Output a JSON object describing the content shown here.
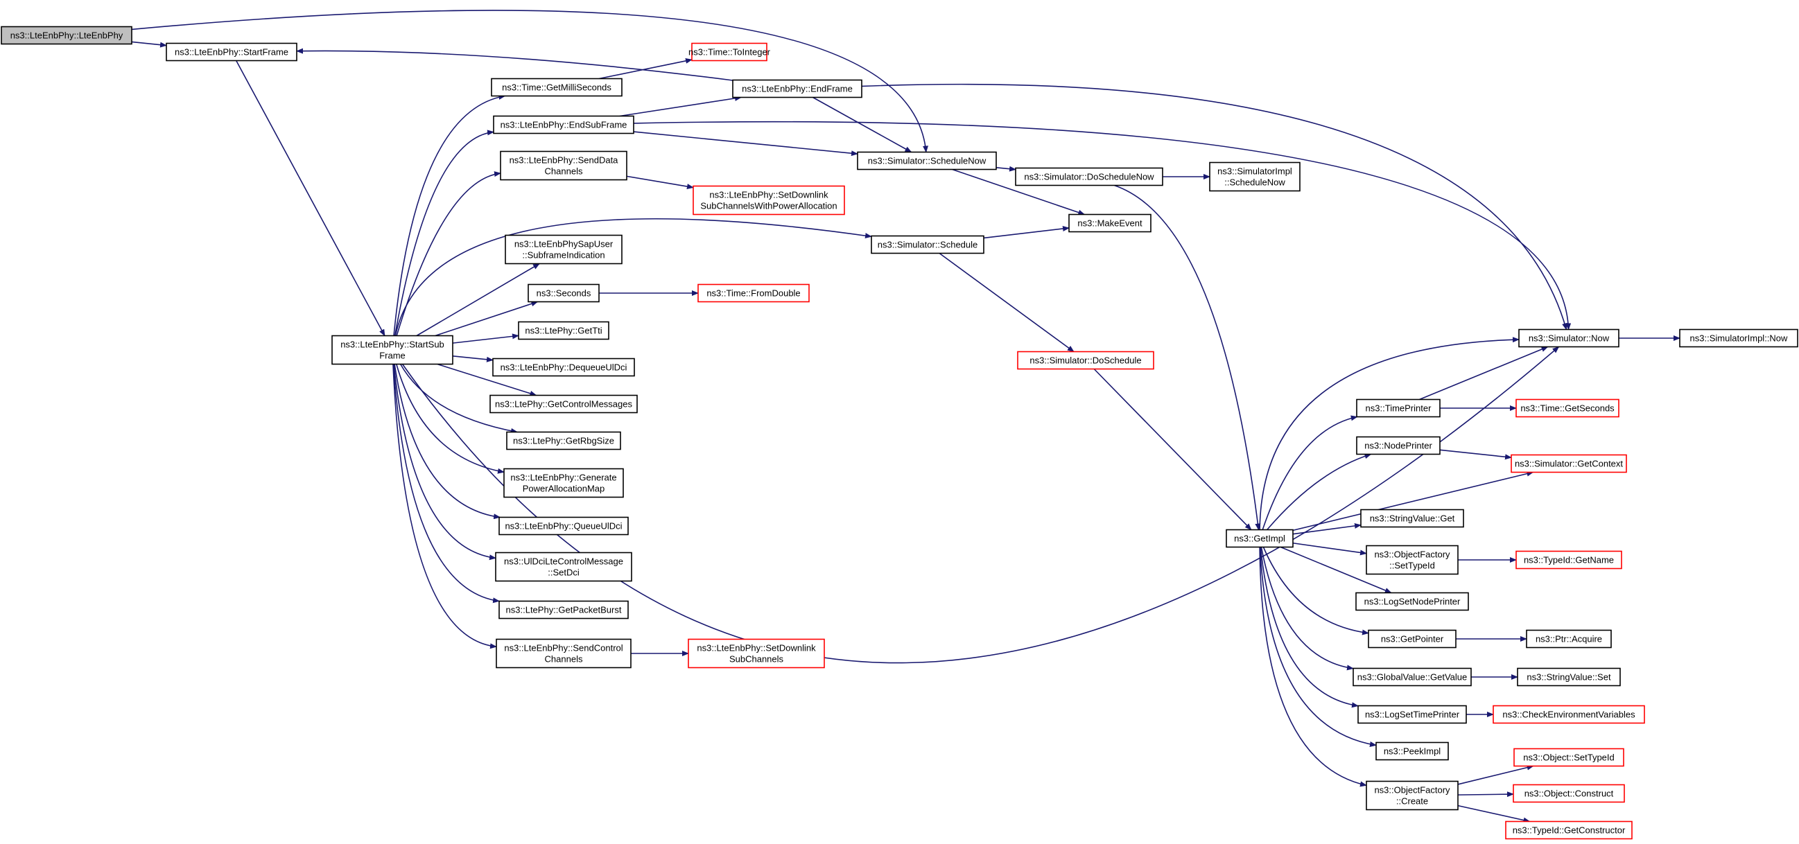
{
  "diagram": {
    "title": "",
    "colors": {
      "edge": "#191970",
      "node_border": "#000000",
      "truncated_border": "#ff0000",
      "root_fill": "#bfbfbf",
      "node_fill": "#ffffff"
    },
    "nodes": [
      {
        "id": "lteenbphy_ctor",
        "lines": [
          "ns3::LteEnbPhy::LteEnbPhy"
        ],
        "style": "root"
      },
      {
        "id": "startframe",
        "lines": [
          "ns3::LteEnbPhy::StartFrame"
        ],
        "style": "normal"
      },
      {
        "id": "time_tointeger",
        "lines": [
          "ns3::Time::ToInteger"
        ],
        "style": "truncated"
      },
      {
        "id": "time_getmilliseconds",
        "lines": [
          "ns3::Time::GetMilliSeconds"
        ],
        "style": "normal"
      },
      {
        "id": "endframe",
        "lines": [
          "ns3::LteEnbPhy::EndFrame"
        ],
        "style": "normal"
      },
      {
        "id": "endsubframe",
        "lines": [
          "ns3::LteEnbPhy::EndSubFrame"
        ],
        "style": "normal"
      },
      {
        "id": "senddatachannels",
        "lines": [
          "ns3::LteEnbPhy::SendData",
          "Channels"
        ],
        "style": "normal"
      },
      {
        "id": "setdownlink_power",
        "lines": [
          "ns3::LteEnbPhy::SetDownlink",
          "SubChannelsWithPowerAllocation"
        ],
        "style": "truncated"
      },
      {
        "id": "sim_schedulenow",
        "lines": [
          "ns3::Simulator::ScheduleNow"
        ],
        "style": "normal"
      },
      {
        "id": "sim_doschedulenow",
        "lines": [
          "ns3::Simulator::DoScheduleNow"
        ],
        "style": "normal"
      },
      {
        "id": "simimpl_schedulenow",
        "lines": [
          "ns3::SimulatorImpl",
          "::ScheduleNow"
        ],
        "style": "normal"
      },
      {
        "id": "makeevent",
        "lines": [
          "ns3::MakeEvent"
        ],
        "style": "normal"
      },
      {
        "id": "sim_schedule",
        "lines": [
          "ns3::Simulator::Schedule"
        ],
        "style": "normal"
      },
      {
        "id": "sapuser_subframe",
        "lines": [
          "ns3::LteEnbPhySapUser",
          "::SubframeIndication"
        ],
        "style": "normal"
      },
      {
        "id": "seconds",
        "lines": [
          "ns3::Seconds"
        ],
        "style": "normal"
      },
      {
        "id": "time_fromdouble",
        "lines": [
          "ns3::Time::FromDouble"
        ],
        "style": "truncated"
      },
      {
        "id": "startsubframe",
        "lines": [
          "ns3::LteEnbPhy::StartSub",
          "Frame"
        ],
        "style": "normal"
      },
      {
        "id": "ltephy_gettti",
        "lines": [
          "ns3::LtePhy::GetTti"
        ],
        "style": "normal"
      },
      {
        "id": "dequeueuldci",
        "lines": [
          "ns3::LteEnbPhy::DequeueUlDci"
        ],
        "style": "normal"
      },
      {
        "id": "getcontrolmessages",
        "lines": [
          "ns3::LtePhy::GetControlMessages"
        ],
        "style": "normal"
      },
      {
        "id": "getrbgsize",
        "lines": [
          "ns3::LtePhy::GetRbgSize"
        ],
        "style": "normal"
      },
      {
        "id": "generatepowermap",
        "lines": [
          "ns3::LteEnbPhy::Generate",
          "PowerAllocationMap"
        ],
        "style": "normal"
      },
      {
        "id": "queueuldci",
        "lines": [
          "ns3::LteEnbPhy::QueueUlDci"
        ],
        "style": "normal"
      },
      {
        "id": "uldci_setdci",
        "lines": [
          "ns3::UlDciLteControlMessage",
          "::SetDci"
        ],
        "style": "normal"
      },
      {
        "id": "getpacketburst",
        "lines": [
          "ns3::LtePhy::GetPacketBurst"
        ],
        "style": "normal"
      },
      {
        "id": "sendcontrolchannels",
        "lines": [
          "ns3::LteEnbPhy::SendControl",
          "Channels"
        ],
        "style": "normal"
      },
      {
        "id": "setdownlink_sub",
        "lines": [
          "ns3::LteEnbPhy::SetDownlink",
          "SubChannels"
        ],
        "style": "truncated"
      },
      {
        "id": "sim_doschedule",
        "lines": [
          "ns3::Simulator::DoSchedule"
        ],
        "style": "truncated"
      },
      {
        "id": "sim_now",
        "lines": [
          "ns3::Simulator::Now"
        ],
        "style": "normal"
      },
      {
        "id": "simimpl_now",
        "lines": [
          "ns3::SimulatorImpl::Now"
        ],
        "style": "normal"
      },
      {
        "id": "timeprinter",
        "lines": [
          "ns3::TimePrinter"
        ],
        "style": "normal"
      },
      {
        "id": "time_getseconds",
        "lines": [
          "ns3::Time::GetSeconds"
        ],
        "style": "truncated"
      },
      {
        "id": "nodeprinter",
        "lines": [
          "ns3::NodePrinter"
        ],
        "style": "normal"
      },
      {
        "id": "sim_getcontext",
        "lines": [
          "ns3::Simulator::GetContext"
        ],
        "style": "truncated"
      },
      {
        "id": "getimpl",
        "lines": [
          "ns3::GetImpl"
        ],
        "style": "normal"
      },
      {
        "id": "stringvalue_get",
        "lines": [
          "ns3::StringValue::Get"
        ],
        "style": "normal"
      },
      {
        "id": "objfactory_settypeid",
        "lines": [
          "ns3::ObjectFactory",
          "::SetTypeId"
        ],
        "style": "normal"
      },
      {
        "id": "typeid_getname",
        "lines": [
          "ns3::TypeId::GetName"
        ],
        "style": "truncated"
      },
      {
        "id": "logsetnodeprinter",
        "lines": [
          "ns3::LogSetNodePrinter"
        ],
        "style": "normal"
      },
      {
        "id": "getpointer",
        "lines": [
          "ns3::GetPointer"
        ],
        "style": "normal"
      },
      {
        "id": "ptr_acquire",
        "lines": [
          "ns3::Ptr::Acquire"
        ],
        "style": "normal"
      },
      {
        "id": "globalvalue_getvalue",
        "lines": [
          "ns3::GlobalValue::GetValue"
        ],
        "style": "normal"
      },
      {
        "id": "stringvalue_set",
        "lines": [
          "ns3::StringValue::Set"
        ],
        "style": "normal"
      },
      {
        "id": "logsettimeprinter",
        "lines": [
          "ns3::LogSetTimePrinter"
        ],
        "style": "normal"
      },
      {
        "id": "checkenvvars",
        "lines": [
          "ns3::CheckEnvironmentVariables"
        ],
        "style": "truncated"
      },
      {
        "id": "peekimpl",
        "lines": [
          "ns3::PeekImpl"
        ],
        "style": "normal"
      },
      {
        "id": "objfactory_create",
        "lines": [
          "ns3::ObjectFactory",
          "::Create"
        ],
        "style": "normal"
      },
      {
        "id": "object_settypeid",
        "lines": [
          "ns3::Object::SetTypeId"
        ],
        "style": "truncated"
      },
      {
        "id": "object_construct",
        "lines": [
          "ns3::Object::Construct"
        ],
        "style": "truncated"
      },
      {
        "id": "typeid_getconstructor",
        "lines": [
          "ns3::TypeId::GetConstructor"
        ],
        "style": "truncated"
      }
    ],
    "edges": [
      [
        "lteenbphy_ctor",
        "startframe"
      ],
      [
        "lteenbphy_ctor",
        "sim_schedulenow"
      ],
      [
        "startframe",
        "startsubframe"
      ],
      [
        "time_getmilliseconds",
        "time_tointeger"
      ],
      [
        "endframe",
        "startframe"
      ],
      [
        "endframe",
        "sim_schedulenow"
      ],
      [
        "endframe",
        "sim_now"
      ],
      [
        "endsubframe",
        "endframe"
      ],
      [
        "endsubframe",
        "sim_schedulenow"
      ],
      [
        "endsubframe",
        "sim_now"
      ],
      [
        "senddatachannels",
        "setdownlink_power"
      ],
      [
        "sim_schedulenow",
        "sim_doschedulenow"
      ],
      [
        "sim_schedulenow",
        "makeevent"
      ],
      [
        "sim_doschedulenow",
        "simimpl_schedulenow"
      ],
      [
        "sim_doschedulenow",
        "getimpl"
      ],
      [
        "sim_schedule",
        "makeevent"
      ],
      [
        "sim_schedule",
        "sim_doschedule"
      ],
      [
        "seconds",
        "time_fromdouble"
      ],
      [
        "startsubframe",
        "time_getmilliseconds"
      ],
      [
        "startsubframe",
        "endsubframe"
      ],
      [
        "startsubframe",
        "senddatachannels"
      ],
      [
        "startsubframe",
        "sim_schedule"
      ],
      [
        "startsubframe",
        "sapuser_subframe"
      ],
      [
        "startsubframe",
        "seconds"
      ],
      [
        "startsubframe",
        "ltephy_gettti"
      ],
      [
        "startsubframe",
        "dequeueuldci"
      ],
      [
        "startsubframe",
        "getcontrolmessages"
      ],
      [
        "startsubframe",
        "getrbgsize"
      ],
      [
        "startsubframe",
        "generatepowermap"
      ],
      [
        "startsubframe",
        "queueuldci"
      ],
      [
        "startsubframe",
        "uldci_setdci"
      ],
      [
        "startsubframe",
        "getpacketburst"
      ],
      [
        "startsubframe",
        "sendcontrolchannels"
      ],
      [
        "startsubframe",
        "sim_now"
      ],
      [
        "sendcontrolchannels",
        "setdownlink_sub"
      ],
      [
        "sim_doschedule",
        "getimpl"
      ],
      [
        "sim_now",
        "simimpl_now"
      ],
      [
        "timeprinter",
        "sim_now"
      ],
      [
        "timeprinter",
        "time_getseconds"
      ],
      [
        "nodeprinter",
        "sim_getcontext"
      ],
      [
        "getimpl",
        "sim_now"
      ],
      [
        "getimpl",
        "timeprinter"
      ],
      [
        "getimpl",
        "nodeprinter"
      ],
      [
        "getimpl",
        "sim_getcontext"
      ],
      [
        "getimpl",
        "stringvalue_get"
      ],
      [
        "getimpl",
        "objfactory_settypeid"
      ],
      [
        "getimpl",
        "logsetnodeprinter"
      ],
      [
        "getimpl",
        "getpointer"
      ],
      [
        "getimpl",
        "globalvalue_getvalue"
      ],
      [
        "getimpl",
        "logsettimeprinter"
      ],
      [
        "getimpl",
        "peekimpl"
      ],
      [
        "getimpl",
        "objfactory_create"
      ],
      [
        "objfactory_settypeid",
        "typeid_getname"
      ],
      [
        "getpointer",
        "ptr_acquire"
      ],
      [
        "globalvalue_getvalue",
        "stringvalue_set"
      ],
      [
        "logsettimeprinter",
        "checkenvvars"
      ],
      [
        "objfactory_create",
        "object_settypeid"
      ],
      [
        "objfactory_create",
        "object_construct"
      ],
      [
        "objfactory_create",
        "typeid_getconstructor"
      ]
    ]
  }
}
